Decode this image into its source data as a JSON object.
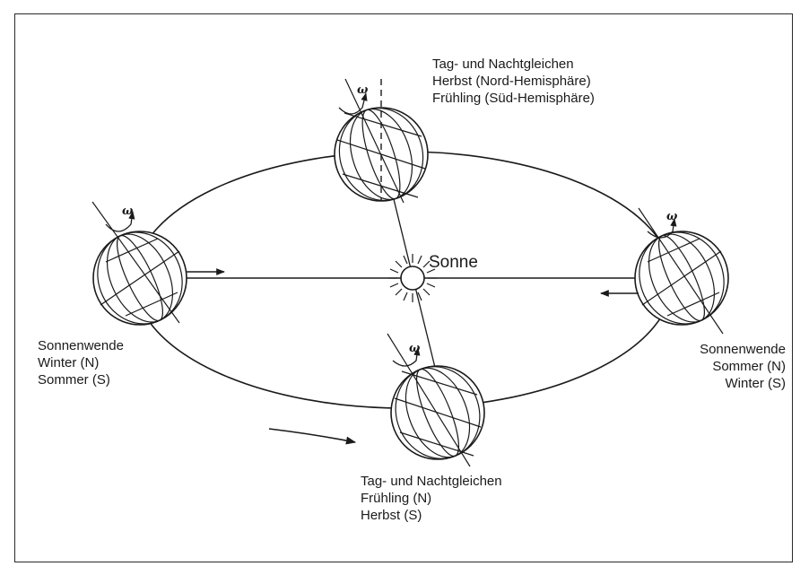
{
  "sun": {
    "label": "Sonne"
  },
  "rotation_symbol": "ω",
  "positions": {
    "top": {
      "lines": [
        "Tag- und Nachtgleichen",
        "Herbst (Nord-Hemisphäre)",
        "Frühling (Süd-Hemisphäre)"
      ]
    },
    "left": {
      "lines": [
        "Sonnenwende",
        "Winter (N)",
        "Sommer (S)"
      ]
    },
    "right": {
      "lines": [
        "Sonnenwende",
        "Sommer (N)",
        "Winter (S)"
      ]
    },
    "bottom": {
      "lines": [
        "Tag- und Nachtgleichen",
        "Frühling (N)",
        "Herbst (S)"
      ]
    }
  }
}
